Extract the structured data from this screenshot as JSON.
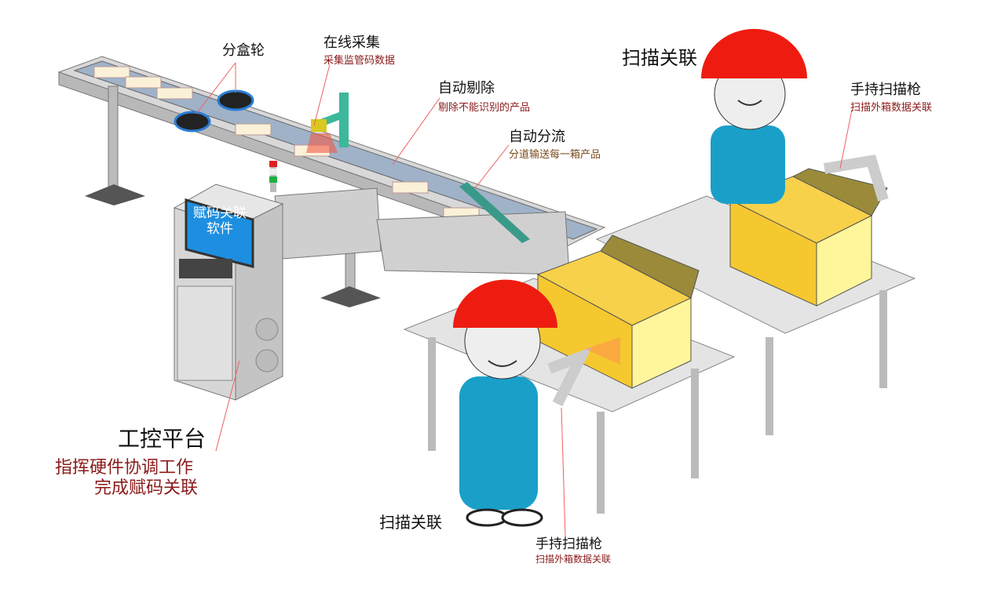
{
  "labels": {
    "box_wheel": "分盒轮",
    "online_capture": {
      "title": "在线采集",
      "desc": "采集监管码数据"
    },
    "auto_reject": {
      "title": "自动剔除",
      "desc": "剔除不能识别的产品"
    },
    "auto_divert": {
      "title": "自动分流",
      "desc": "分道输送每一箱产品"
    },
    "scan_link_right": "扫描关联",
    "scanner_right": {
      "title": "手持扫描枪",
      "desc": "扫描外箱数据关联"
    },
    "control_platform": {
      "title": "工控平台",
      "desc_line1": "指挥硬件协调工作",
      "desc_line2": "完成赋码关联"
    },
    "scan_link_left": "扫描关联",
    "scanner_left": {
      "title": "手持扫描枪",
      "desc": "扫描外箱数据关联"
    },
    "screen_text": "赋码关联软件"
  },
  "colors": {
    "helmet": "#ee1c10",
    "overalls": "#1aa0c8",
    "box": "#f7d14a",
    "screen": "#1e8fe0",
    "label_dark_red": "#8b1a1a",
    "label_brown": "#7a4a1a"
  }
}
